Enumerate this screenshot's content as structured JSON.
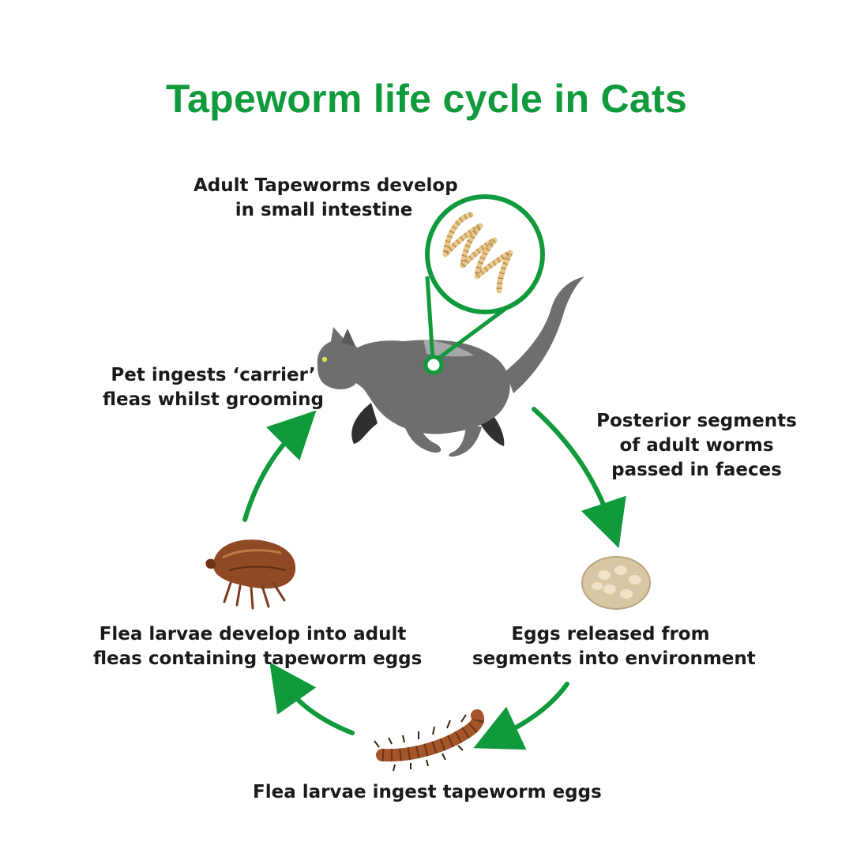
{
  "title": "Tapeworm life cycle in Cats",
  "colors": {
    "accent": "#109a3c",
    "cat": "#6d6e70",
    "cat_dark": "#2e2f31",
    "worm": "#e7c88d",
    "egg": "#d8c7a4",
    "larva": "#a4552a",
    "flea": "#8f4a25"
  },
  "labels": {
    "adult": [
      "Adult Tapeworms develop",
      "in small intestine"
    ],
    "posterior": [
      "Posterior segments",
      "of adult worms",
      "passed in faeces"
    ],
    "eggs": [
      "Eggs released from",
      "segments into environment"
    ],
    "larvae_ingest": [
      "Flea larvae ingest tapeworm eggs"
    ],
    "larvae_develop": [
      "Flea larvae develop into adult",
      "fleas containing tapeworm eggs"
    ],
    "pet": [
      "Pet ingests ‘carrier’",
      "fleas whilst grooming"
    ]
  },
  "icons": [
    "cat-image",
    "tapeworm-magnifier-icon",
    "tapeworm-egg-icon",
    "flea-larva-icon",
    "adult-flea-icon"
  ]
}
